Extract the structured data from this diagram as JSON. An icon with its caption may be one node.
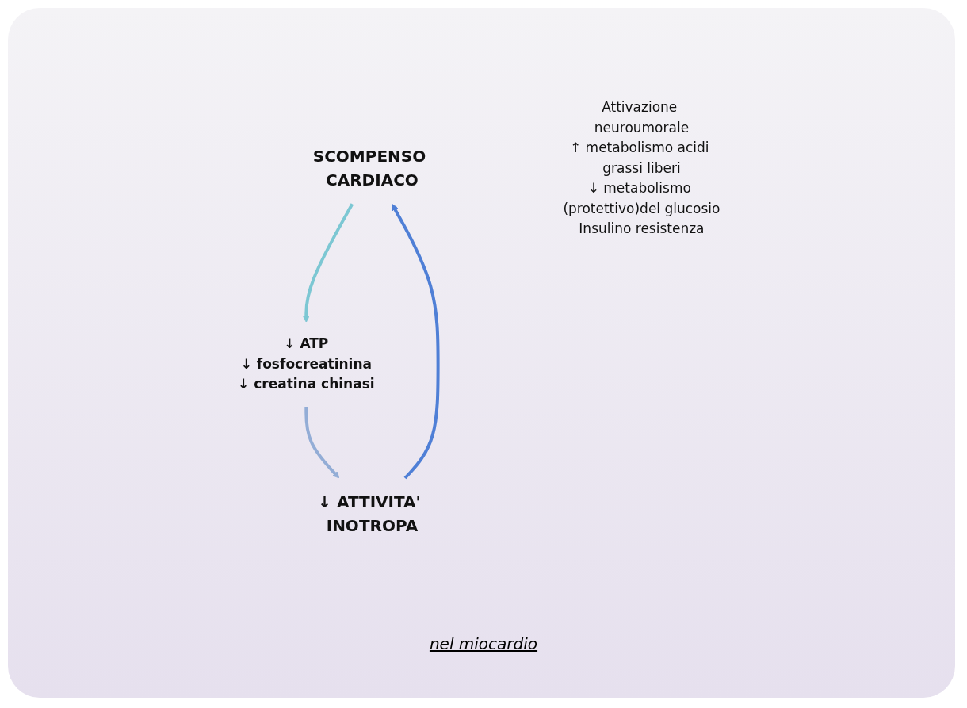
{
  "diagram": {
    "nodes": [
      {
        "text": [
          "SCOMPENSO CARDIACO"
        ]
      },
      {
        "text": [
          "Attivazione neuroumorale",
          "↑ metabolismo acidi grassi liberi",
          "↓ metabolismo (protettivo)del glucosio",
          "Insulino resistenza"
        ]
      },
      {
        "text": [
          "↓ ATP",
          "↓ fosfocreatinina",
          "↓ creatina chinasi"
        ]
      },
      {
        "text": [
          "↓ ATTIVITA' INOTROPA"
        ]
      }
    ],
    "edges": [
      {
        "from": 3,
        "to": 0,
        "arrow": "to"
      },
      {
        "from": 0,
        "to": 2,
        "arrow": "to"
      },
      {
        "from": 2,
        "to": 3,
        "arrow": "to"
      }
    ],
    "labels": [
      "nel miocardio"
    ]
  }
}
